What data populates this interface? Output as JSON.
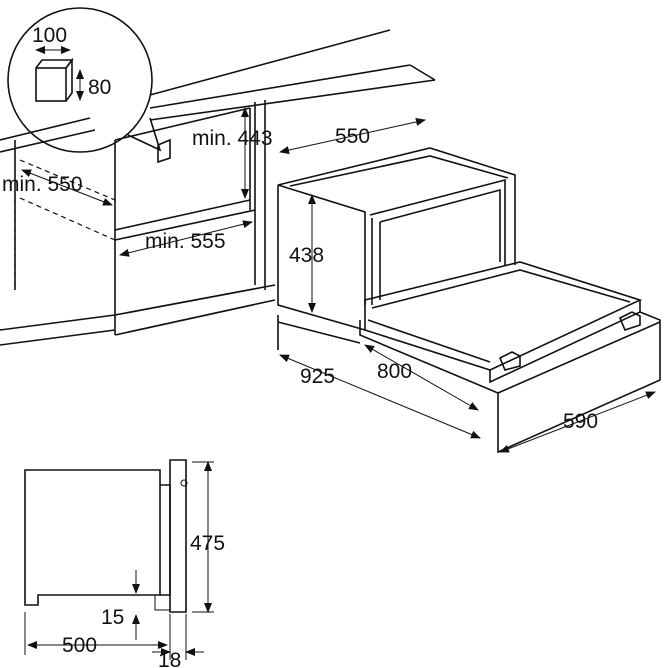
{
  "dimensions": {
    "niche_detail_width": "100",
    "niche_detail_height": "80",
    "cabinet_height_min": "min. 443",
    "cabinet_depth_min": "min. 550",
    "cabinet_width_min": "min. 555",
    "appliance_width": "550",
    "appliance_height": "438",
    "drawer_open_total": "925",
    "drawer_travel": "800",
    "appliance_depth": "590",
    "side_height": "475",
    "side_gap": "15",
    "side_depth": "500",
    "front_thickness": "18"
  }
}
